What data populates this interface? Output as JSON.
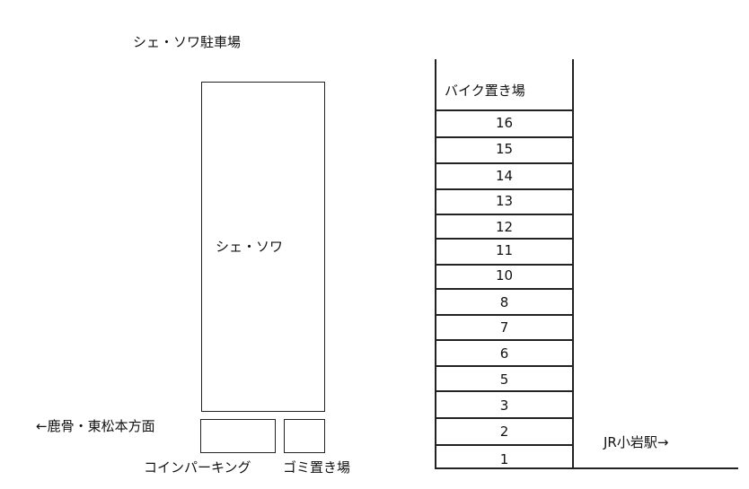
{
  "title": "シェ・ソワ駐車場",
  "building_label": "シェ・ソワ",
  "bike_area_label": "バイク置き場",
  "slots": [
    "16",
    "15",
    "14",
    "13",
    "12",
    "11",
    "10",
    "8",
    "7",
    "6",
    "5",
    "3",
    "2",
    "1"
  ],
  "direction_left": "←鹿骨・東松本方面",
  "direction_right": "JR小岩駅→",
  "coin_parking_label": "コインパーキング",
  "garbage_label": "ゴミ置き場"
}
